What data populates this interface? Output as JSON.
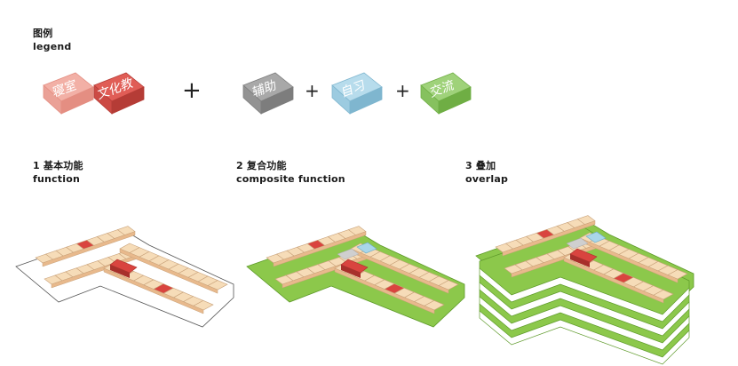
{
  "legend": {
    "title_cn": "图例",
    "title_en": "legend",
    "blocks": [
      {
        "text": "寝室",
        "face": "#f2b0a6",
        "side": "#e48e82",
        "front": "#eaa197",
        "text_color": "#ffffff"
      },
      {
        "text": "文化教",
        "face": "#e05d56",
        "side": "#b53c36",
        "front": "#cc4a44",
        "text_color": "#ffffff"
      },
      {
        "text": "辅助",
        "face": "#a8a8a8",
        "side": "#7d7d7d",
        "front": "#939393",
        "text_color": "#ffffff"
      },
      {
        "text": "自习",
        "face": "#b7dcec",
        "side": "#7fb6cf",
        "front": "#9ccbe0",
        "text_color": "#2f8bb0"
      },
      {
        "text": "交流",
        "face": "#9fd27a",
        "side": "#6fae44",
        "front": "#86c15e",
        "text_color": "#ffffff"
      }
    ],
    "operators": [
      "+",
      "+",
      "+"
    ]
  },
  "steps": [
    {
      "number": "1",
      "title_cn": "基本功能",
      "title_en": "function"
    },
    {
      "number": "2",
      "title_cn": "复合功能",
      "title_en": "composite function"
    },
    {
      "number": "3",
      "title_cn": "叠加",
      "title_en": "overlap"
    }
  ],
  "colors": {
    "room_top": "#f6dcb8",
    "room_line": "#c9a27a",
    "room_side": "#e8b98c",
    "red": "#d9443f",
    "red_dark": "#a8302b",
    "pink": "#ec8f88",
    "green": "#8cc84b",
    "green_dark": "#5e9a2a",
    "blue": "#a9d6ea",
    "gray": "#cfcfcf"
  }
}
